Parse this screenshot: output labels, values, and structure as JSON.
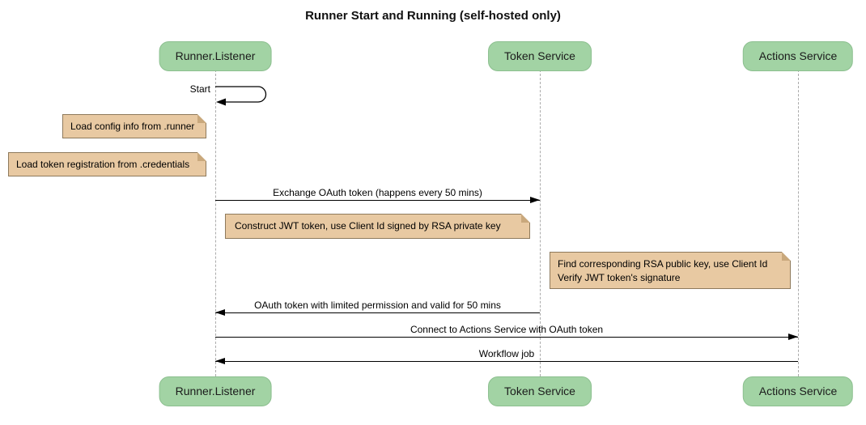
{
  "title": "Runner Start and Running (self-hosted only)",
  "diagram_type": "sequence-diagram",
  "colors": {
    "participant_fill": "#A2D3A4",
    "participant_border": "#8CBF8F",
    "note_fill": "#E8C9A2",
    "note_border": "#8E7A5C",
    "note_fold": "#C9A87C",
    "lifeline": "#ABABAB",
    "arrow": "#000000"
  },
  "participants": [
    {
      "label": "Runner.Listener"
    },
    {
      "label": "Token Service"
    },
    {
      "label": "Actions Service"
    }
  ],
  "messages": {
    "self_start": "Start",
    "exchange": "Exchange OAuth token (happens every 50 mins)",
    "oauth_return": "OAuth token with limited permission and valid for 50 mins",
    "connect": "Connect to Actions Service with OAuth token",
    "workflow": "Workflow job"
  },
  "notes": {
    "load_config": "Load config info from .runner",
    "load_token": "Load token registration from .credentials",
    "construct_jwt": "Construct JWT token, use Client Id signed by RSA private key",
    "find_rsa_line1": "Find corresponding RSA public key, use Client Id",
    "find_rsa_line2": "Verify JWT token's signature"
  }
}
